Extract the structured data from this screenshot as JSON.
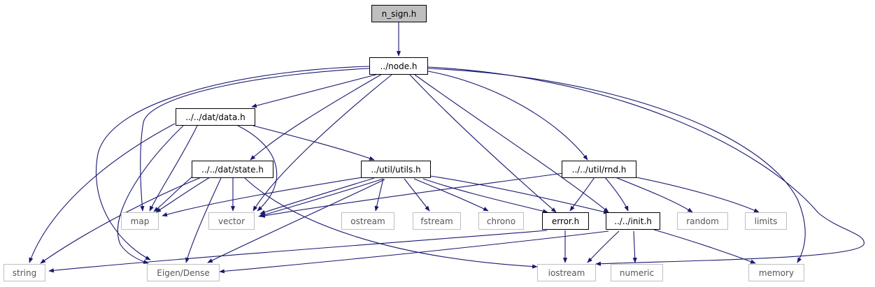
{
  "graph": {
    "colors": {
      "edge": "#191970",
      "root_fill": "#bfbfbf",
      "internal_border": "#000000",
      "external_border": "#bfbfbf"
    },
    "nodes": {
      "n_sign": "n_sign.h",
      "node": "../node.h",
      "data": "../../dat/data.h",
      "state": "../../dat/state.h",
      "utils": "../util/utils.h",
      "rnd": "../../util/rnd.h",
      "map": "map",
      "vector": "vector",
      "ostream": "ostream",
      "fstream": "fstream",
      "chrono": "chrono",
      "error": "error.h",
      "init": "../../init.h",
      "random": "random",
      "limits": "limits",
      "string": "string",
      "eigen": "Eigen/Dense",
      "iostream": "iostream",
      "numeric": "numeric",
      "memory": "memory"
    }
  }
}
